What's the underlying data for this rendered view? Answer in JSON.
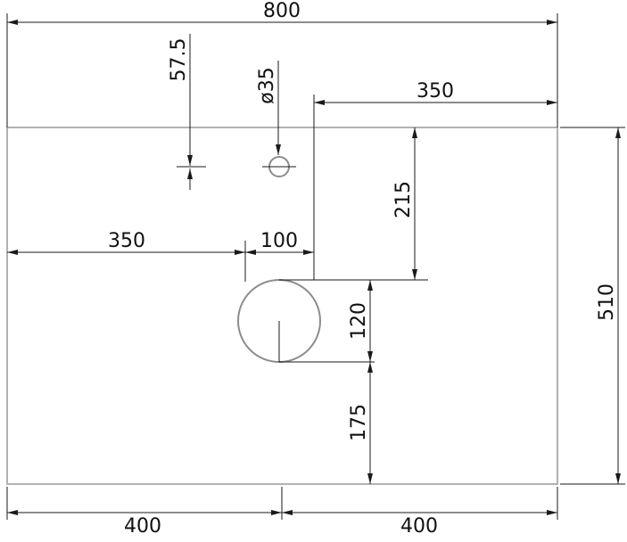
{
  "colors": {
    "panel_outline": "#b2b2b2",
    "hole_outline": "#8c8c8c"
  },
  "dimensions": {
    "overall_width": "800",
    "overall_height": "510",
    "faucet_offset_from_top": "57.5",
    "faucet_hole_diameter": "ø35",
    "faucet_line_to_right_edge": "350",
    "top_edge_to_drain": "215",
    "left_edge_to_drain": "350",
    "drain_line_offset": "100",
    "drain_opening": "120",
    "drain_to_bottom_edge": "175",
    "bottom_left": "400",
    "bottom_right": "400"
  }
}
